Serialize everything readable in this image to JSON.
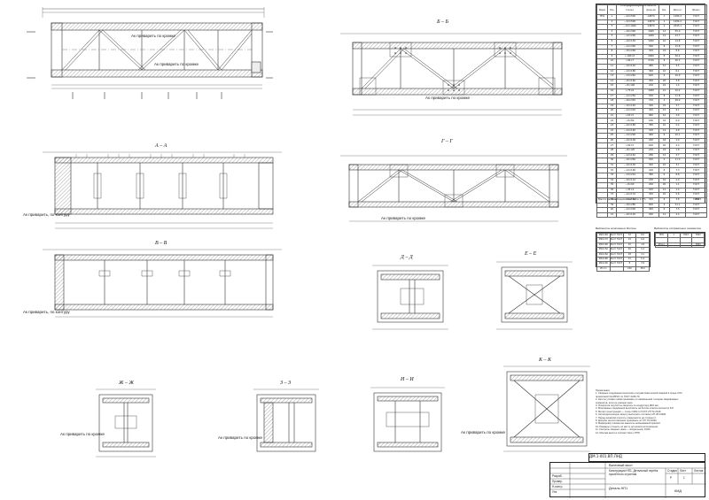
{
  "views": {
    "plan": "",
    "aa": "А – А",
    "bb": "Б – Б",
    "vv": "В – В",
    "gg": "Г – Г",
    "dd": "Д – Д",
    "ee": "Е – Е",
    "zh": "Ж – Ж",
    "zz": "З – З",
    "ii": "И – И",
    "kk": "К – К"
  },
  "labels": {
    "weld_note": "Ак приварить по кромке",
    "weld_note2": "Ак приварить, по контуру"
  },
  "spec": {
    "title": "Спецификация деталей",
    "headers": [
      "Марка",
      "Поз.",
      "Сечение",
      "Длина мм",
      "Кол.",
      "Масса кг",
      "Примеч."
    ],
    "rows": [
      [
        "НП1",
        "1",
        "—22×500",
        "14870",
        "1",
        "1284.2",
        "ГОСТ"
      ],
      [
        "",
        "2",
        "—22×500",
        "14870",
        "1",
        "1284.2",
        "ГОСТ"
      ],
      [
        "",
        "3",
        "—12×1460",
        "14870",
        "2",
        "2045.1",
        "ГОСТ"
      ],
      [
        "",
        "4",
        "—16×300",
        "1460",
        "12",
        "55.0",
        "ГОСТ"
      ],
      [
        "",
        "5",
        "—12×200",
        "1260",
        "14",
        "23.7",
        "ГОСТ"
      ],
      [
        "",
        "6",
        "—10×150",
        "1260",
        "10",
        "14.8",
        "ГОСТ"
      ],
      [
        "",
        "7",
        "—12×300",
        "560",
        "8",
        "15.8",
        "ГОСТ"
      ],
      [
        "",
        "8",
        "—10×200",
        "420",
        "16",
        "6.6",
        "ГОСТ"
      ],
      [
        "",
        "9",
        "∟100×8",
        "2960",
        "8",
        "36.4",
        "ГОСТ"
      ],
      [
        "",
        "10",
        "∟90×7",
        "2740",
        "8",
        "26.3",
        "ГОСТ"
      ],
      [
        "",
        "11",
        "—10×120",
        "480",
        "12",
        "4.5",
        "ГОСТ"
      ],
      [
        "",
        "12",
        "—12×180",
        "360",
        "10",
        "6.1",
        "ГОСТ"
      ],
      [
        "",
        "13",
        "—14×240",
        "640",
        "6",
        "16.9",
        "ГОСТ"
      ],
      [
        "",
        "14",
        "—10×160",
        "300",
        "20",
        "3.8",
        "ГОСТ"
      ],
      [
        "",
        "15",
        "—8×100",
        "220",
        "24",
        "1.4",
        "ГОСТ"
      ],
      [
        "",
        "16",
        "∟75×6",
        "1480",
        "12",
        "10.2",
        "ГОСТ"
      ],
      [
        "",
        "17",
        "—12×250",
        "500",
        "8",
        "11.8",
        "ГОСТ"
      ],
      [
        "",
        "18",
        "—16×320",
        "720",
        "4",
        "28.9",
        "ГОСТ"
      ],
      [
        "",
        "19",
        "—10×140",
        "340",
        "16",
        "3.7",
        "ГОСТ"
      ],
      [
        "",
        "20",
        "—12×220",
        "440",
        "12",
        "9.1",
        "ГОСТ"
      ],
      [
        "",
        "21",
        "∟63×5",
        "960",
        "16",
        "4.6",
        "ГОСТ"
      ],
      [
        "",
        "22",
        "—8×80",
        "180",
        "32",
        "0.9",
        "ГОСТ"
      ],
      [
        "",
        "23",
        "—10×180",
        "380",
        "10",
        "5.4",
        "ГОСТ"
      ],
      [
        "",
        "24",
        "—12×160",
        "320",
        "14",
        "4.8",
        "ГОСТ"
      ],
      [
        "",
        "25",
        "—14×200",
        "460",
        "6",
        "10.1",
        "ГОСТ"
      ],
      [
        "",
        "26",
        "—10×100",
        "260",
        "18",
        "2.0",
        "ГОСТ"
      ],
      [
        "",
        "27",
        "∟50×5",
        "640",
        "20",
        "2.4",
        "ГОСТ"
      ],
      [
        "",
        "28",
        "—8×120",
        "240",
        "24",
        "1.8",
        "ГОСТ"
      ],
      [
        "",
        "29",
        "—12×140",
        "280",
        "12",
        "3.7",
        "ГОСТ"
      ],
      [
        "",
        "30",
        "—16×260",
        "520",
        "4",
        "17.0",
        "ГОСТ"
      ],
      [
        "",
        "31",
        "—10×130",
        "300",
        "10",
        "3.1",
        "ГОСТ"
      ],
      [
        "",
        "32",
        "—12×190",
        "410",
        "8",
        "7.3",
        "ГОСТ"
      ],
      [
        "",
        "33",
        "—14×210",
        "380",
        "6",
        "8.8",
        "ГОСТ"
      ],
      [
        "",
        "34",
        "—10×110",
        "230",
        "16",
        "2.0",
        "ГОСТ"
      ],
      [
        "",
        "35",
        "—8×90",
        "200",
        "20",
        "1.1",
        "ГОСТ"
      ],
      [
        "",
        "36",
        "∟45×4",
        "520",
        "12",
        "1.4",
        "ГОСТ"
      ],
      [
        "",
        "37",
        "—12×170",
        "350",
        "10",
        "5.6",
        "ГОСТ"
      ],
      [
        "",
        "38",
        "—10×150",
        "320",
        "8",
        "3.8",
        "ГОСТ"
      ],
      [
        "",
        "39",
        "—16×280",
        "600",
        "4",
        "21.1",
        "ГОСТ"
      ],
      [
        "",
        "40",
        "—12×200",
        "400",
        "6",
        "7.5",
        "ГОСТ"
      ],
      [
        "",
        "41",
        "—10×120",
        "260",
        "14",
        "2.4",
        "ГОСТ"
      ]
    ],
    "total_label": "Масса наплавленного металла 1,5%",
    "total_value": "7843"
  },
  "table_left": {
    "title": "Ведомость монтажных болтов",
    "rows": [
      [
        "М20×60",
        "Болт ГОСТ",
        "32",
        "8.0"
      ],
      [
        "М20×70",
        "Болт ГОСТ",
        "24",
        "6.6"
      ],
      [
        "М20×80",
        "Болт ГОСТ",
        "16",
        "4.8"
      ],
      [
        "М16×50",
        "Болт ГОСТ",
        "40",
        "5.2"
      ],
      [
        "М16×60",
        "Болт ГОСТ",
        "28",
        "4.1"
      ],
      [
        "М24×80",
        "Болт ГОСТ",
        "12",
        "5.4"
      ],
      [
        "М24×90",
        "Болт ГОСТ",
        "8",
        "3.9"
      ],
      [
        "Итого",
        "",
        "160",
        "38.0"
      ]
    ]
  },
  "table_right": {
    "title": "Ведомость отправочных элементов",
    "rows": [
      [
        "НП1",
        "1",
        "7843",
        "7843"
      ],
      [
        "",
        "",
        "",
        ""
      ],
      [
        "Итого",
        "",
        "",
        "7843"
      ]
    ]
  },
  "notes": [
    "Примечания:",
    "1. Сварные соединения выполнять полуавтоматической сваркой в среде CO2",
    "   проволокой Св-08Г2С по ГОСТ 2246-70.",
    "2. Катеты угловых швов принимать по наименьшей толщине свариваемых",
    "   элементов, если не указано иное.",
    "3. Отверстия под болты сверлить по кондуктору Ø22 мм.",
    "4. Монтажные соединения выполнять на болтах класса прочности 8.8.",
    "5. Металл конструкций — сталь С345 по ГОСТ 27772-2015.",
    "6. Антикоррозионную защиту выполнить согласно СП 28.13330.",
    "7. Перед окраской очистить поверхности до степени 2.",
    "8. Допуски на изготовление принимать по СП 70.13330.",
    "9. Маркировку элементов наносить несмываемой краской.",
    "10. Размеры уточнить по месту до начала изготовления.",
    "11. Контроль сварных швов — визуальный, 100%.",
    "12. Монтаж вести в соответствии с ППР."
  ],
  "stamp": {
    "code": "ДМ.1-001.ВП.ЛНД",
    "project": "Вантовый мост",
    "sheet_title": "Конструкция НП1. Детальный чертёж пролётного строения",
    "stage": "Р",
    "sheet": "Лист",
    "sheets": "Листов",
    "sheet_no": "1",
    "org": "КМД",
    "drawing": "Деталь НП1",
    "developer": "Разраб.",
    "checker": "Провер.",
    "ncontrol": "Н.контр.",
    "approved": "Утв."
  }
}
